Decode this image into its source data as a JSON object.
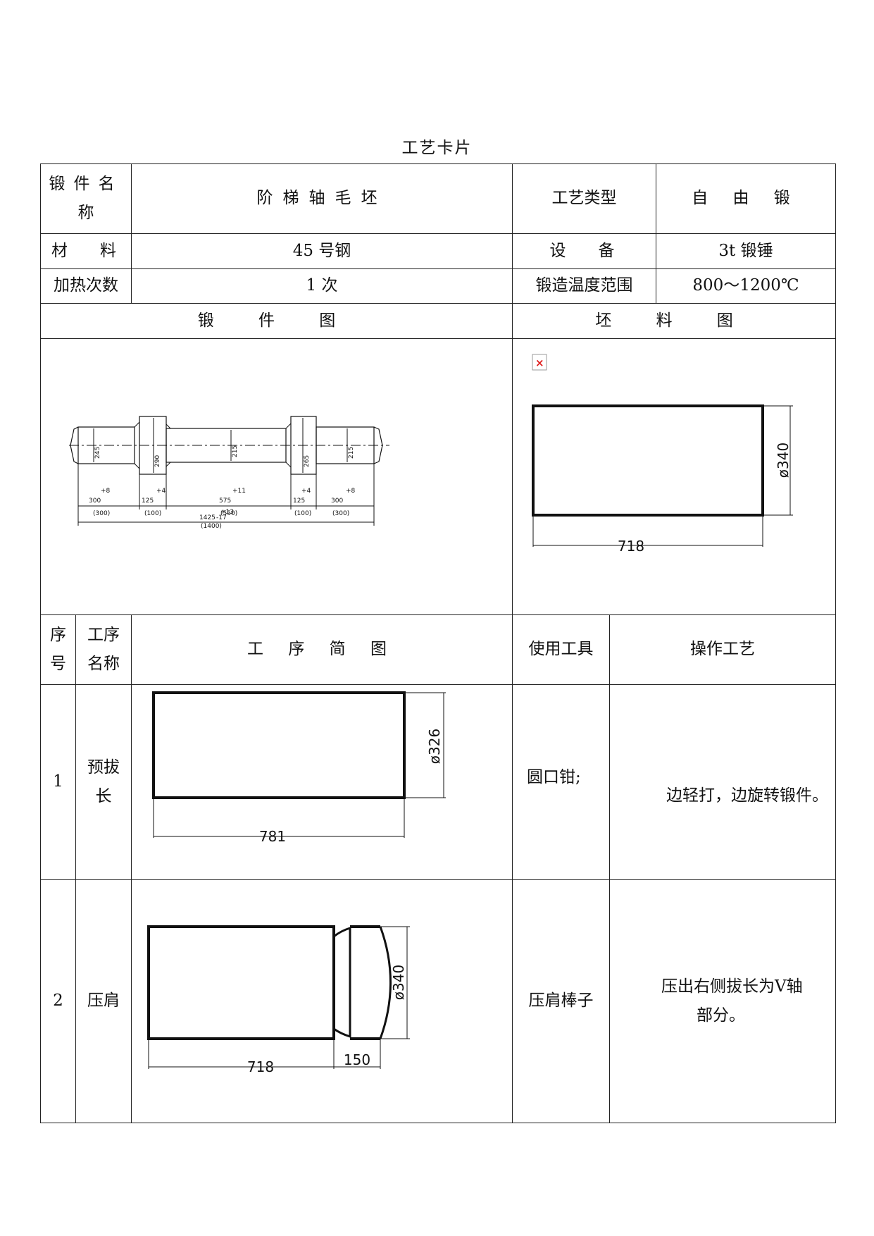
{
  "title": "工艺卡片",
  "header": {
    "forging_name_label": "锻件名称",
    "forging_name_value": "阶梯轴毛坯",
    "process_type_label": "工艺类型",
    "process_type_value": "自 由 锻",
    "material_label": "材   料",
    "material_value": "45 号钢",
    "equipment_label": "设   备",
    "equipment_value": "3t 锻锤",
    "heating_label": "加热次数",
    "heating_value": "1 次",
    "temp_label": "锻造温度范围",
    "temp_value": "800～1200℃"
  },
  "figures": {
    "forging_fig_label": "锻 件 图",
    "billet_fig_label": "坯 料 图",
    "billet_length": "718",
    "billet_diameter": "ø340"
  },
  "forging_drawing_labels": {
    "left_dim": "300",
    "left_dim_tol": "+8",
    "left_dim_ref": "(300)",
    "shoulder_left": "125",
    "shoulder_left_tol": "+4",
    "shoulder_left_ref": "(100)",
    "mid_dim": "575",
    "mid_dim_tol": "+11",
    "mid_dim_ref": "(550)",
    "shoulder_right": "125",
    "shoulder_right_tol": "+4",
    "shoulder_right_ref": "(100)",
    "right_dim": "300",
    "right_dim_tol": "+8",
    "right_dim_ref": "(300)",
    "total": "1425",
    "total_tol": "+13",
    "total_tol_low": "-17",
    "total_ref": "(1400)"
  },
  "table_headers": {
    "seq": "序号",
    "step_name": "工序名称",
    "step_diagram": "工 序 简 图",
    "tools": "使用工具",
    "operation": "操作工艺"
  },
  "steps": [
    {
      "seq": "1",
      "name": "预拔长",
      "length": "781",
      "diameter": "ø326",
      "tool": "圆口钳;",
      "operation": "边轻打，边旋转锻件。"
    },
    {
      "seq": "2",
      "name": "压肩",
      "length": "718",
      "shoulder": "150",
      "diameter": "ø340",
      "tool": "压肩棒子",
      "operation_line1": "压出右侧拔长为Ⅴ轴",
      "operation_line2": "部分。"
    }
  ]
}
